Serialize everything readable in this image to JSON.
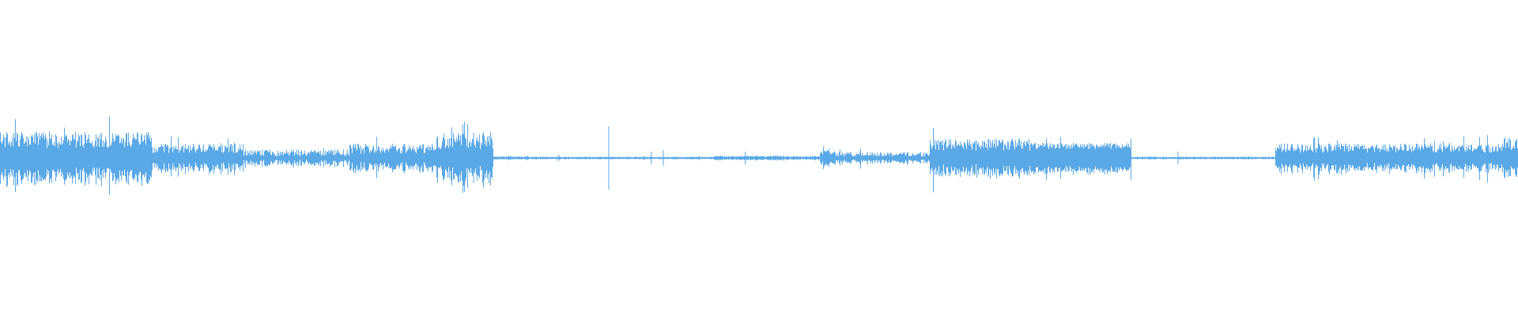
{
  "waveform": {
    "color": "#5aa9e6",
    "segments": [
      {
        "start": 0.0,
        "end": 0.1,
        "level": 0.058,
        "jitter": 0.45
      },
      {
        "start": 0.1,
        "end": 0.16,
        "level": 0.03,
        "jitter": 0.5
      },
      {
        "start": 0.16,
        "end": 0.23,
        "level": 0.016,
        "jitter": 0.7
      },
      {
        "start": 0.23,
        "end": 0.29,
        "level": 0.03,
        "jitter": 0.55
      },
      {
        "start": 0.29,
        "end": 0.325,
        "level": 0.055,
        "jitter": 0.5
      },
      {
        "start": 0.325,
        "end": 0.348,
        "level": 0.004,
        "jitter": 0.3
      },
      {
        "start": 0.348,
        "end": 0.47,
        "level": 0.003,
        "jitter": 0.3
      },
      {
        "start": 0.47,
        "end": 0.54,
        "level": 0.005,
        "jitter": 0.4
      },
      {
        "start": 0.54,
        "end": 0.548,
        "level": 0.018,
        "jitter": 0.4
      },
      {
        "start": 0.548,
        "end": 0.612,
        "level": 0.012,
        "jitter": 0.6
      },
      {
        "start": 0.612,
        "end": 0.68,
        "level": 0.042,
        "jitter": 0.45
      },
      {
        "start": 0.68,
        "end": 0.745,
        "level": 0.038,
        "jitter": 0.25
      },
      {
        "start": 0.745,
        "end": 0.84,
        "level": 0.003,
        "jitter": 0.3
      },
      {
        "start": 0.84,
        "end": 0.99,
        "level": 0.032,
        "jitter": 0.45
      },
      {
        "start": 0.99,
        "end": 1.0,
        "level": 0.045,
        "jitter": 0.45
      }
    ],
    "spikes": [
      {
        "x": 0.312,
        "level": 0.08
      },
      {
        "x": 0.368,
        "level": 0.01
      },
      {
        "x": 0.401,
        "level": 0.1
      },
      {
        "x": 0.429,
        "level": 0.02
      },
      {
        "x": 0.437,
        "level": 0.025
      },
      {
        "x": 0.491,
        "level": 0.02
      },
      {
        "x": 0.651,
        "level": 0.06
      },
      {
        "x": 0.776,
        "level": 0.02
      }
    ]
  }
}
